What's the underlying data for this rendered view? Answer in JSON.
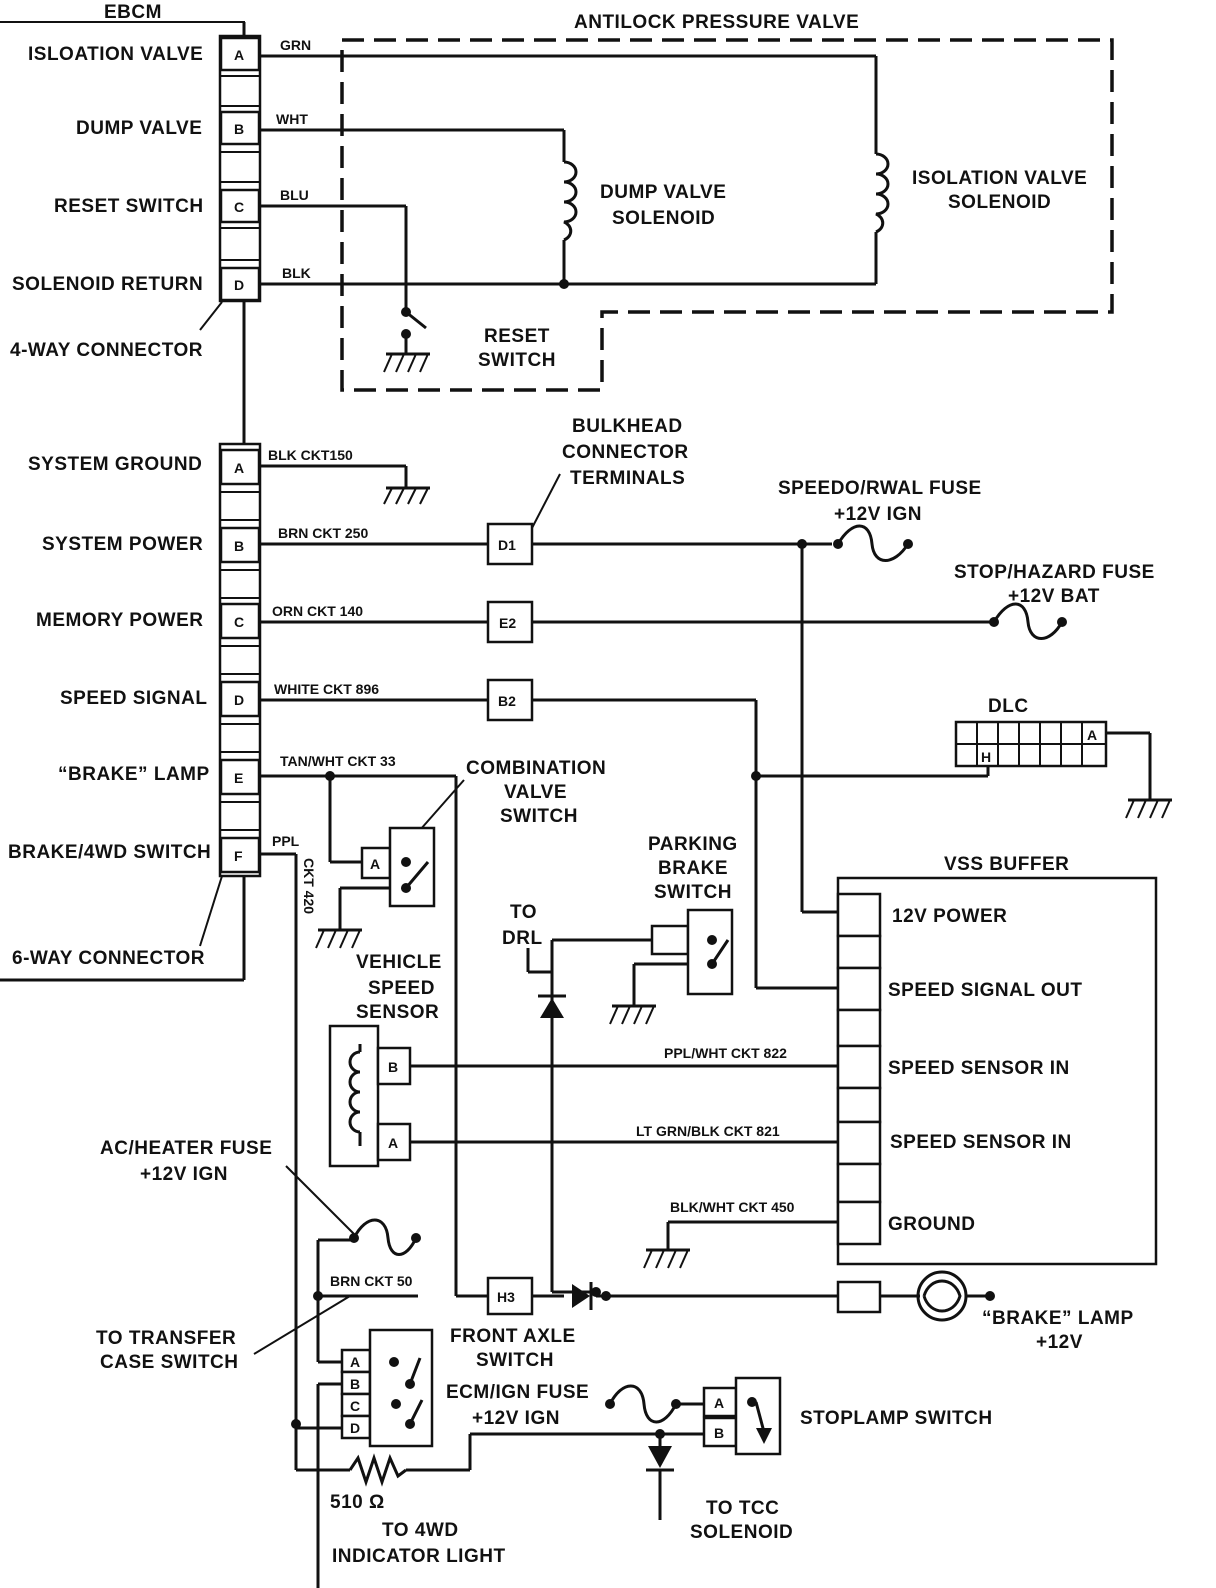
{
  "ebcm": {
    "title": "EBCM",
    "four_way": {
      "connector_label": "4-WAY CONNECTOR",
      "pins": [
        {
          "pin": "A",
          "label": "ISLOATION VALVE",
          "wire": "GRN"
        },
        {
          "pin": "B",
          "label": "DUMP VALVE",
          "wire": "WHT"
        },
        {
          "pin": "C",
          "label": "RESET SWITCH",
          "wire": "BLU"
        },
        {
          "pin": "D",
          "label": "SOLENOID RETURN",
          "wire": "BLK"
        }
      ]
    },
    "six_way": {
      "connector_label": "6-WAY CONNECTOR",
      "pins": [
        {
          "pin": "A",
          "label": "SYSTEM GROUND",
          "wire": "BLK   CKT150"
        },
        {
          "pin": "B",
          "label": "SYSTEM POWER",
          "wire": "BRN CKT 250"
        },
        {
          "pin": "C",
          "label": "MEMORY POWER",
          "wire": "ORN CKT 140"
        },
        {
          "pin": "D",
          "label": "SPEED SIGNAL",
          "wire": "WHITE  CKT 896"
        },
        {
          "pin": "E",
          "label": "“BRAKE” LAMP",
          "wire": "TAN/WHT CKT 33"
        },
        {
          "pin": "F",
          "label": "BRAKE/4WD SWITCH",
          "wire": "PPL"
        }
      ]
    }
  },
  "antilock_valve": {
    "title": "ANTILOCK PRESSURE VALVE",
    "dump_solenoid": [
      "DUMP VALVE",
      "SOLENOID"
    ],
    "isolation_solenoid": [
      "ISOLATION VALVE",
      "SOLENOID"
    ],
    "reset_switch": [
      "RESET",
      "SWITCH"
    ]
  },
  "bulkhead": {
    "label": [
      "BULKHEAD",
      "CONNECTOR",
      "TERMINALS"
    ],
    "terminals": [
      "D1",
      "E2",
      "B2",
      "H3"
    ]
  },
  "fuses": {
    "speedo": [
      "SPEEDO/RWAL FUSE",
      "+12V IGN"
    ],
    "stop_hazard": [
      "STOP/HAZARD FUSE",
      "+12V BAT"
    ],
    "ac_heater": [
      "AC/HEATER FUSE",
      "+12V IGN"
    ],
    "ecm_ign": [
      "ECM/IGN FUSE",
      "+12V IGN"
    ]
  },
  "dlc": {
    "label": "DLC",
    "pin_a": "A",
    "pin_h": "H"
  },
  "combination_valve": {
    "label": [
      "COMBINATION",
      "VALVE",
      "SWITCH"
    ],
    "pin": "A"
  },
  "parking_brake": {
    "label": [
      "PARKING",
      "BRAKE",
      "SWITCH"
    ]
  },
  "to_drl": [
    "TO",
    "DRL"
  ],
  "vss": {
    "label": [
      "VEHICLE",
      "SPEED",
      "SENSOR"
    ],
    "pin_b": "B",
    "pin_a": "A"
  },
  "vss_buffer": {
    "title": "VSS BUFFER",
    "terminals": [
      "12V POWER",
      "SPEED SIGNAL OUT",
      "SPEED SENSOR IN",
      "SPEED SENSOR IN",
      "GROUND"
    ]
  },
  "wires": {
    "ckt420": "CKT 420",
    "ckt822": "PPL/WHT CKT 822",
    "ckt821": "LT GRN/BLK CKT  821",
    "ckt450": "BLK/WHT CKT 450",
    "ckt50": "BRN CKT 50"
  },
  "transfer_case": [
    "TO TRANSFER",
    "CASE SWITCH"
  ],
  "front_axle": {
    "label": [
      "FRONT AXLE",
      "SWITCH"
    ],
    "pins": [
      "A",
      "B",
      "C",
      "D"
    ]
  },
  "brake_lamp": [
    "“BRAKE” LAMP",
    "+12V"
  ],
  "stoplamp": {
    "label": "STOPLAMP SWITCH",
    "pins": [
      "A",
      "B"
    ]
  },
  "resistor": "510 Ω",
  "to_4wd": [
    "TO 4WD",
    "INDICATOR LIGHT"
  ],
  "to_tcc": [
    "TO TCC",
    "SOLENOID"
  ]
}
